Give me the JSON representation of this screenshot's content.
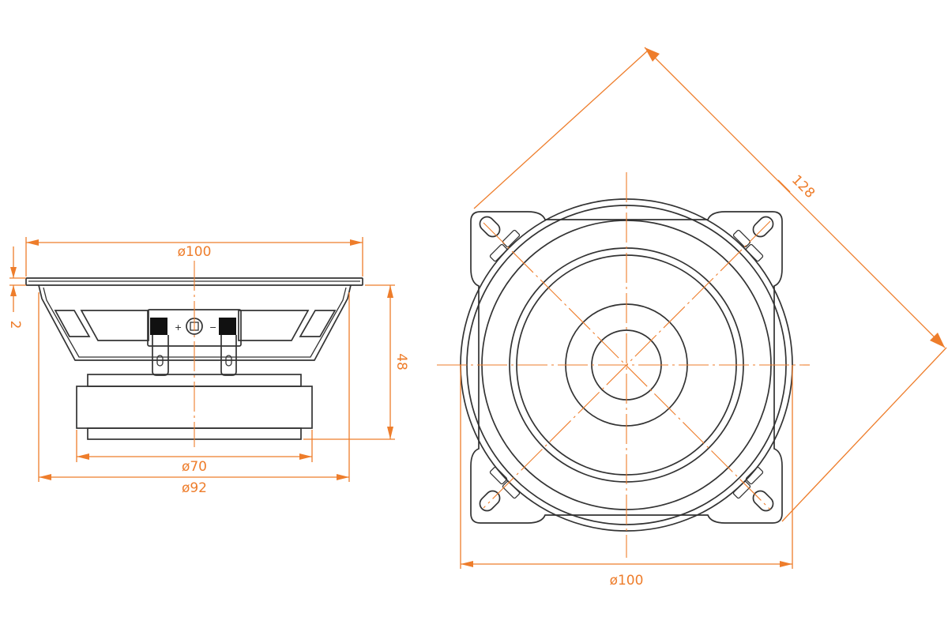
{
  "colors": {
    "outline": "#333333",
    "dimension": "#ee7d2b"
  },
  "side_view": {
    "dims": {
      "flange_diameter": "ø100",
      "flange_thickness": "2",
      "depth": "48",
      "magnet_diameter": "ø70",
      "basket_diameter": "ø92"
    },
    "terminals": {
      "plus": "+",
      "minus": "−"
    }
  },
  "front_view": {
    "dims": {
      "diagonal_mount": "128",
      "frame_diameter": "ø100"
    }
  }
}
